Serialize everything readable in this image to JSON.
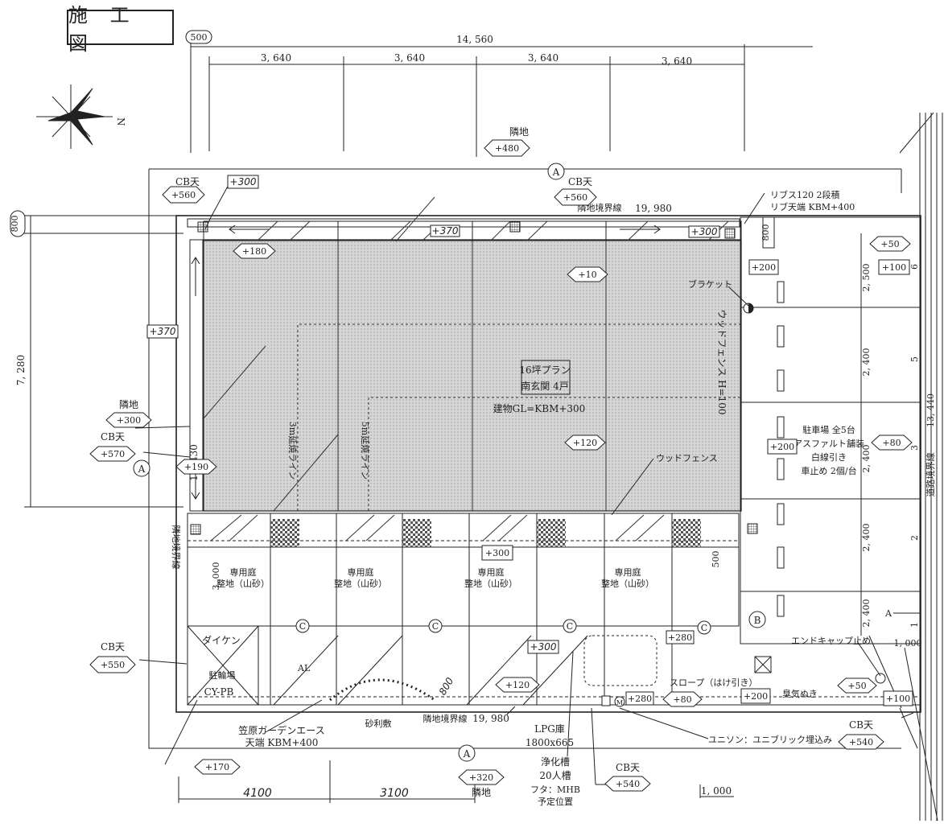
{
  "title": "施 工 図",
  "dims": {
    "setback_top": "500",
    "overall_width": "14, 560",
    "bay1": "3, 640",
    "bay2": "3, 640",
    "bay3": "3, 640",
    "bay4": "3, 640",
    "left_side": "800",
    "left_height": "7, 280",
    "lot_width_top": "19, 980",
    "lot_width_bottom": "19, 980",
    "lot_depth": "13, 430",
    "right_depth": "13, 440",
    "garden_depth": "3, 000",
    "garden_right": "500",
    "right_800": "800",
    "park1": "2, 500",
    "park2": "2, 400",
    "park3": "2, 400",
    "park4": "2, 400",
    "park5": "2, 400",
    "row_b_right": "1, 000",
    "bottom_1000": "1, 000",
    "bottom_left": "4100",
    "bottom_right": "3100"
  },
  "levels": {
    "neighbor_top": "+480",
    "cb_left_top": "+560",
    "cb_mid_top": "+560",
    "hw_300_top": "+300",
    "hw_370_mid": "+370",
    "hw_300_right": "+300",
    "v180": "+180",
    "v10": "+10",
    "hw_370_left": "+370",
    "neighbor_left": "+300",
    "cb_left": "+570",
    "v190": "+190",
    "v120_mid": "+120",
    "v200_top": "+200",
    "v200_mid": "+200",
    "v50_top": "+50",
    "v100_top": "+100",
    "v80_right": "+80",
    "v300_garden": "+300",
    "hw_300_lower": "+300",
    "v120_lower": "+120",
    "v280_a": "+280",
    "v280_b": "+280",
    "v80_lower": "+80",
    "v200_lower": "+200",
    "v50_lower": "+50",
    "v100_lower": "+100",
    "cb_bottom_left": "+550",
    "v170": "+170",
    "neighbor_bottom": "+320",
    "cb_bottom_mid": "+540",
    "cb_bottom_right": "+540"
  },
  "labels": {
    "cb_ten": "CB天",
    "neighbor": "隣地",
    "boundary": "隣地境界線",
    "boundary_bottom": "隣地境界線",
    "boundary_left": "隣地境界線",
    "road_boundary": "道路境界線",
    "rib1": "リブス120 2段積",
    "rib2": "リブ天端 KBM+400",
    "bracket": "ブラケット",
    "plan1": "16坪プラン",
    "plan2": "南玄関 4戸",
    "gl": "建物GL=KBM+300",
    "fence_h": "ウッドフェンス H=100",
    "wood_fence": "ウッドフェンス",
    "setback3": "3m延焼ライン",
    "setback5": "5m延焼ライン",
    "parking1": "駐車場 全5台",
    "parking2": "アスファルト舗装",
    "parking3": "白線引き",
    "parking4": "車止め 2個/台",
    "garden_a": "専用庭",
    "garden_b": "整地（山砂）",
    "endcap": "エンドキャップ止め",
    "slope": "スロープ（はけ引き）",
    "vent": "臭気ぬき",
    "daiken": "ダイケン",
    "bike": "駐輪場",
    "cypb": "CY-PB",
    "al": "AL",
    "gravel": "砂利敷",
    "lpg1": "LPG庫",
    "lpg2": "1800x665",
    "garden_edge1": "笠原ガーデンエース",
    "garden_edge2": "天端 KBM+400",
    "septic1": "浄化槽",
    "septic2": "20人槽",
    "septic3": "フタ：MHB",
    "septic4": "予定位置",
    "unison": "ユニソン：ユニブリック埋込み",
    "hw_800": "800",
    "circle_a": "A",
    "circle_b": "B",
    "circle_c": "C",
    "a_mark": "A",
    "north": "N",
    "num6": "6",
    "num5": "5",
    "num3": "3",
    "num2": "2",
    "num1": "1"
  },
  "colors": {
    "ink": "#222222",
    "building_fill": "#d4d4d4",
    "paper": "#ffffff"
  },
  "icons": [
    "compass-icon",
    "grate-icon",
    "meter-icon",
    "bracket-light-icon"
  ]
}
